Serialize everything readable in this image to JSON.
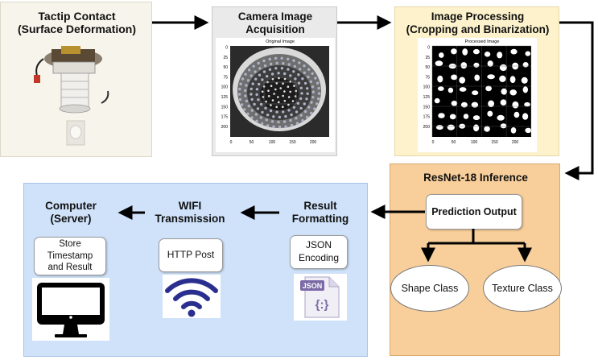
{
  "stages": {
    "tactip": {
      "title_line1": "Tactip Contact",
      "title_line2": "(Surface Deformation)"
    },
    "camera": {
      "title_line1": "Camera Image",
      "title_line2": "Acquisition",
      "plot_title": "Original Image",
      "y_ticks": [
        "0",
        "25",
        "50",
        "75",
        "100",
        "125",
        "150",
        "175",
        "200"
      ],
      "x_ticks": [
        "0",
        "50",
        "100",
        "150",
        "200"
      ]
    },
    "processing": {
      "title_line1": "Image Processing",
      "title_line2": "(Cropping and Binarization)",
      "plot_title": "Processed Image",
      "y_ticks": [
        "0",
        "25",
        "50",
        "75",
        "100",
        "125",
        "150",
        "175",
        "200"
      ],
      "x_ticks": [
        "0",
        "50",
        "100",
        "150",
        "200"
      ]
    },
    "resnet": {
      "title": "ResNet-18 Inference",
      "prediction": "Prediction Output",
      "shape": "Shape Class",
      "texture": "Texture Class"
    },
    "result": {
      "title_line1": "Result",
      "title_line2": "Formatting",
      "box_line1": "JSON",
      "box_line2": "Encoding",
      "icon_text": "JSON",
      "icon_glyph": "{:}"
    },
    "wifi": {
      "title_line1": "WIFI",
      "title_line2": "Transmission",
      "box": "HTTP Post",
      "icon_name": "wifi-icon"
    },
    "computer": {
      "title_line1": "Computer",
      "title_line2": "(Server)",
      "box_line1": "Store",
      "box_line2": "Timestamp",
      "box_line3": "and Result",
      "icon_name": "monitor-icon"
    }
  },
  "colors": {
    "tactip_bg": "#f7f4ec",
    "camera_bg": "#eaeaea",
    "processing_bg": "#fdf2cc",
    "resnet_bg": "#f8ce9a",
    "left_bg": "#cfe2fa",
    "wifi_icon": "#2a2f8f",
    "json_icon": "#7b6aa6"
  }
}
